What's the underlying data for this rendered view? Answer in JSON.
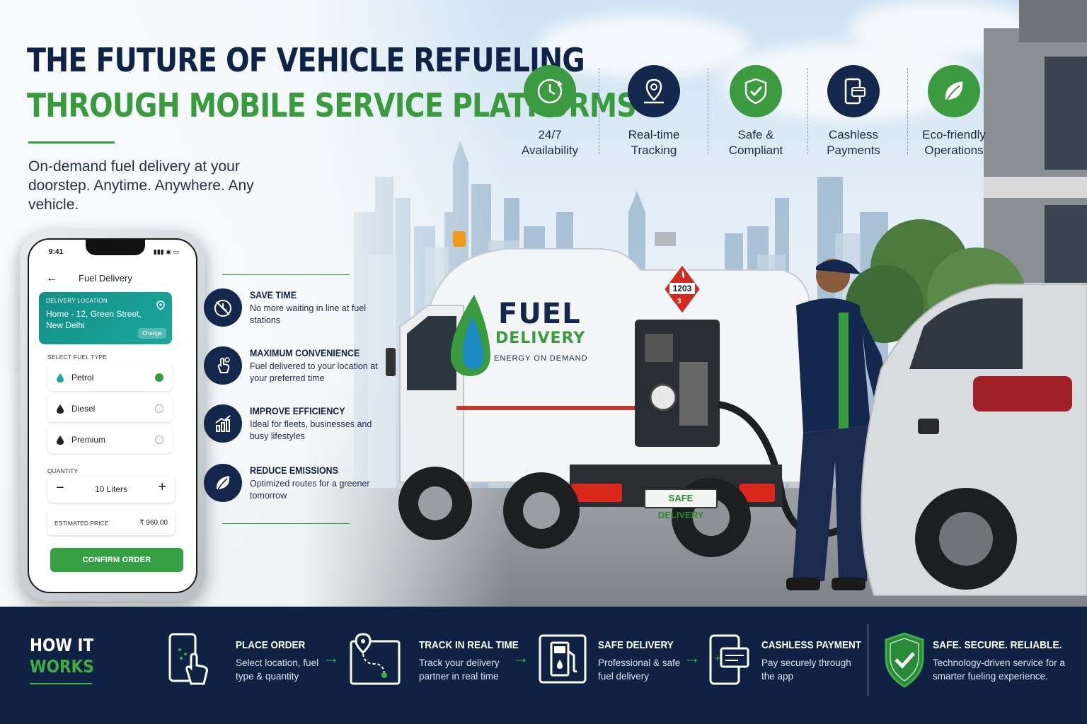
{
  "title": {
    "line1": "THE FUTURE OF VEHICLE REFUELING",
    "line2": "THROUGH MOBILE SERVICE PLATFORMS",
    "tagline": "On-demand fuel delivery at your doorstep. Anytime. Anywhere. Any vehicle."
  },
  "features": [
    {
      "label": "24/7\nAvailability",
      "line1": "24/7",
      "line2": "Availability",
      "icon": "clock-24-icon",
      "color": "#3c9a40"
    },
    {
      "line1": "Real-time",
      "line2": "Tracking",
      "icon": "location-pin-icon",
      "color": "#14284d"
    },
    {
      "line1": "Safe &",
      "line2": "Compliant",
      "icon": "shield-check-icon",
      "color": "#3c9a40"
    },
    {
      "line1": "Cashless",
      "line2": "Payments",
      "icon": "phone-card-icon",
      "color": "#14284d"
    },
    {
      "line1": "Eco-friendly",
      "line2": "Operations",
      "icon": "leaf-icon",
      "color": "#3c9a40"
    }
  ],
  "phone": {
    "time": "9:41",
    "screen_title": "Fuel Delivery",
    "location_caption": "DELIVERY LOCATION",
    "location_address": "Home - 12, Green Street, New Delhi",
    "change_label": "Change",
    "fuel_caption": "SELECT FUEL TYPE",
    "fuel_options": [
      {
        "name": "Petrol",
        "selected": true,
        "color": "#1aa79c"
      },
      {
        "name": "Diesel",
        "selected": false,
        "color": "#222222"
      },
      {
        "name": "Premium",
        "selected": false,
        "color": "#222222"
      }
    ],
    "quantity_caption": "QUANTITY",
    "quantity_value": "10 Liters",
    "minus": "−",
    "plus": "+",
    "estimate_label": "ESTIMATED PRICE",
    "estimate_value": "₹ 960.00",
    "confirm_label": "CONFIRM ORDER"
  },
  "benefits": [
    {
      "title": "SAVE TIME",
      "desc": "No more waiting in line at fuel stations",
      "icon": "stopwatch-icon"
    },
    {
      "title": "MAXIMUM CONVENIENCE",
      "desc": "Fuel delivered to your location at your preferred time",
      "icon": "tap-hand-icon"
    },
    {
      "title": "IMPROVE EFFICIENCY",
      "desc": "Ideal for fleets, businesses and busy lifestyles",
      "icon": "growth-chart-icon"
    },
    {
      "title": "REDUCE EMISSIONS",
      "desc": "Optimized routes for a greener tomorrow",
      "icon": "leaf-icon"
    }
  ],
  "truck": {
    "brand_word1": "FUEL",
    "brand_word2": "DELIVERY",
    "brand_tagline": "ENERGY ON DEMAND",
    "hazmat_number": "1203",
    "hazmat_class": "3",
    "plate": "SAFE DELIVERY"
  },
  "how": {
    "line1": "HOW IT",
    "line2": "WORKS",
    "steps": [
      {
        "title": "PLACE ORDER",
        "desc": "Select location, fuel type & quantity",
        "icon": "phone-tap-icon"
      },
      {
        "title": "TRACK IN REAL TIME",
        "desc": "Track your delivery partner in real time",
        "icon": "map-route-icon"
      },
      {
        "title": "SAFE DELIVERY",
        "desc": "Professional & safe fuel delivery",
        "icon": "fuel-pump-icon"
      },
      {
        "title": "CASHLESS PAYMENT",
        "desc": "Pay securely through the app",
        "icon": "phone-payment-icon"
      }
    ],
    "safe_title": "SAFE. SECURE. RELIABLE.",
    "safe_desc": "Technology-driven service for a smarter fueling experience."
  },
  "colors": {
    "navy": "#0f2244",
    "green": "#3a9a3e",
    "teal": "#1aa79c"
  }
}
